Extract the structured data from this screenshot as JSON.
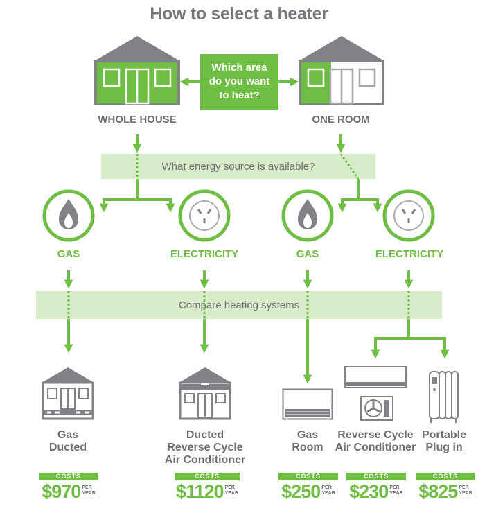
{
  "title": "How to select a heater",
  "question": {
    "line1": "Which area",
    "line2": "do you want",
    "line3": "to heat?"
  },
  "areas": {
    "whole_house": "WHOLE HOUSE",
    "one_room": "ONE ROOM"
  },
  "energy_band": "What energy source is available?",
  "compare_band": "Compare heating systems",
  "sources": {
    "gas_left": "GAS",
    "elec_left": "ELECTRICITY",
    "gas_right": "GAS",
    "elec_right": "ELECTRICITY"
  },
  "options": [
    {
      "line1": "Gas",
      "line2": "Ducted",
      "line3": "",
      "tag": "COSTS",
      "amount": "$970",
      "per1": "PER",
      "per2": "YEAR"
    },
    {
      "line1": "Ducted",
      "line2": "Reverse Cycle",
      "line3": "Air Conditioner",
      "tag": "COSTS",
      "amount": "$1120",
      "per1": "PER",
      "per2": "YEAR"
    },
    {
      "line1": "Gas",
      "line2": "Room",
      "line3": "",
      "tag": "COSTS",
      "amount": "$250",
      "per1": "PER",
      "per2": "YEAR"
    },
    {
      "line1": "Reverse Cycle",
      "line2": "Air Conditioner",
      "line3": "",
      "tag": "COSTS",
      "amount": "$230",
      "per1": "PER",
      "per2": "YEAR"
    },
    {
      "line1": "Portable",
      "line2": "Plug in",
      "line3": "",
      "tag": "COSTS",
      "amount": "$825",
      "per1": "PER",
      "per2": "YEAR"
    }
  ],
  "colors": {
    "green": "#6fbe44",
    "light_green": "#d9ecc9",
    "grey": "#6d6e71",
    "roof": "#808285"
  },
  "icons": [
    "house-icon",
    "flame-icon",
    "power-outlet-icon",
    "air-conditioner-icon",
    "oil-heater-icon",
    "gas-room-heater-icon"
  ]
}
